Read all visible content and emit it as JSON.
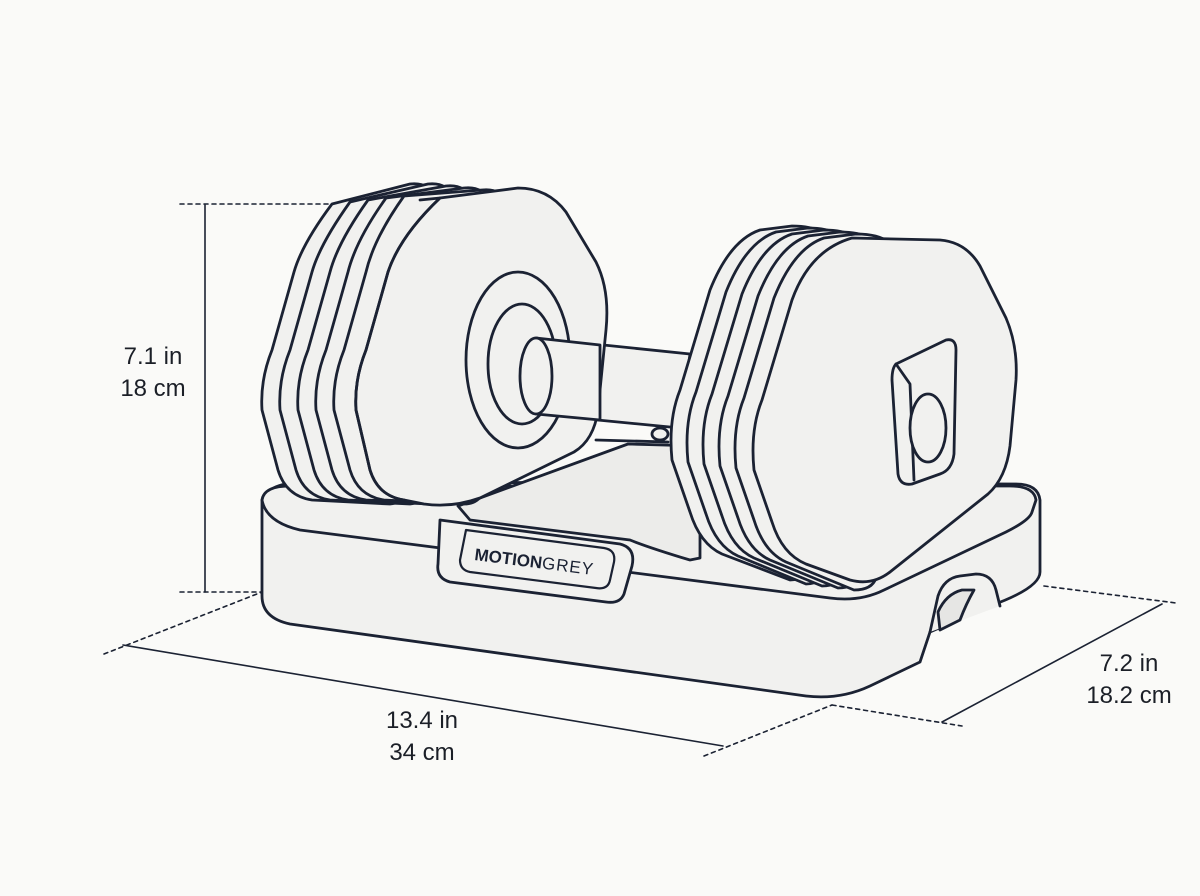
{
  "brand": {
    "bold": "MOTION",
    "light": "GREY"
  },
  "dimensions": {
    "height": {
      "imperial": "7.1 in",
      "metric": "18 cm"
    },
    "width": {
      "imperial": "13.4 in",
      "metric": "34 cm"
    },
    "depth": {
      "imperial": "7.2 in",
      "metric": "18.2 cm"
    }
  },
  "colors": {
    "line": "#1b2233",
    "fill": "#f1f1ef",
    "background": "#fafaf8"
  }
}
